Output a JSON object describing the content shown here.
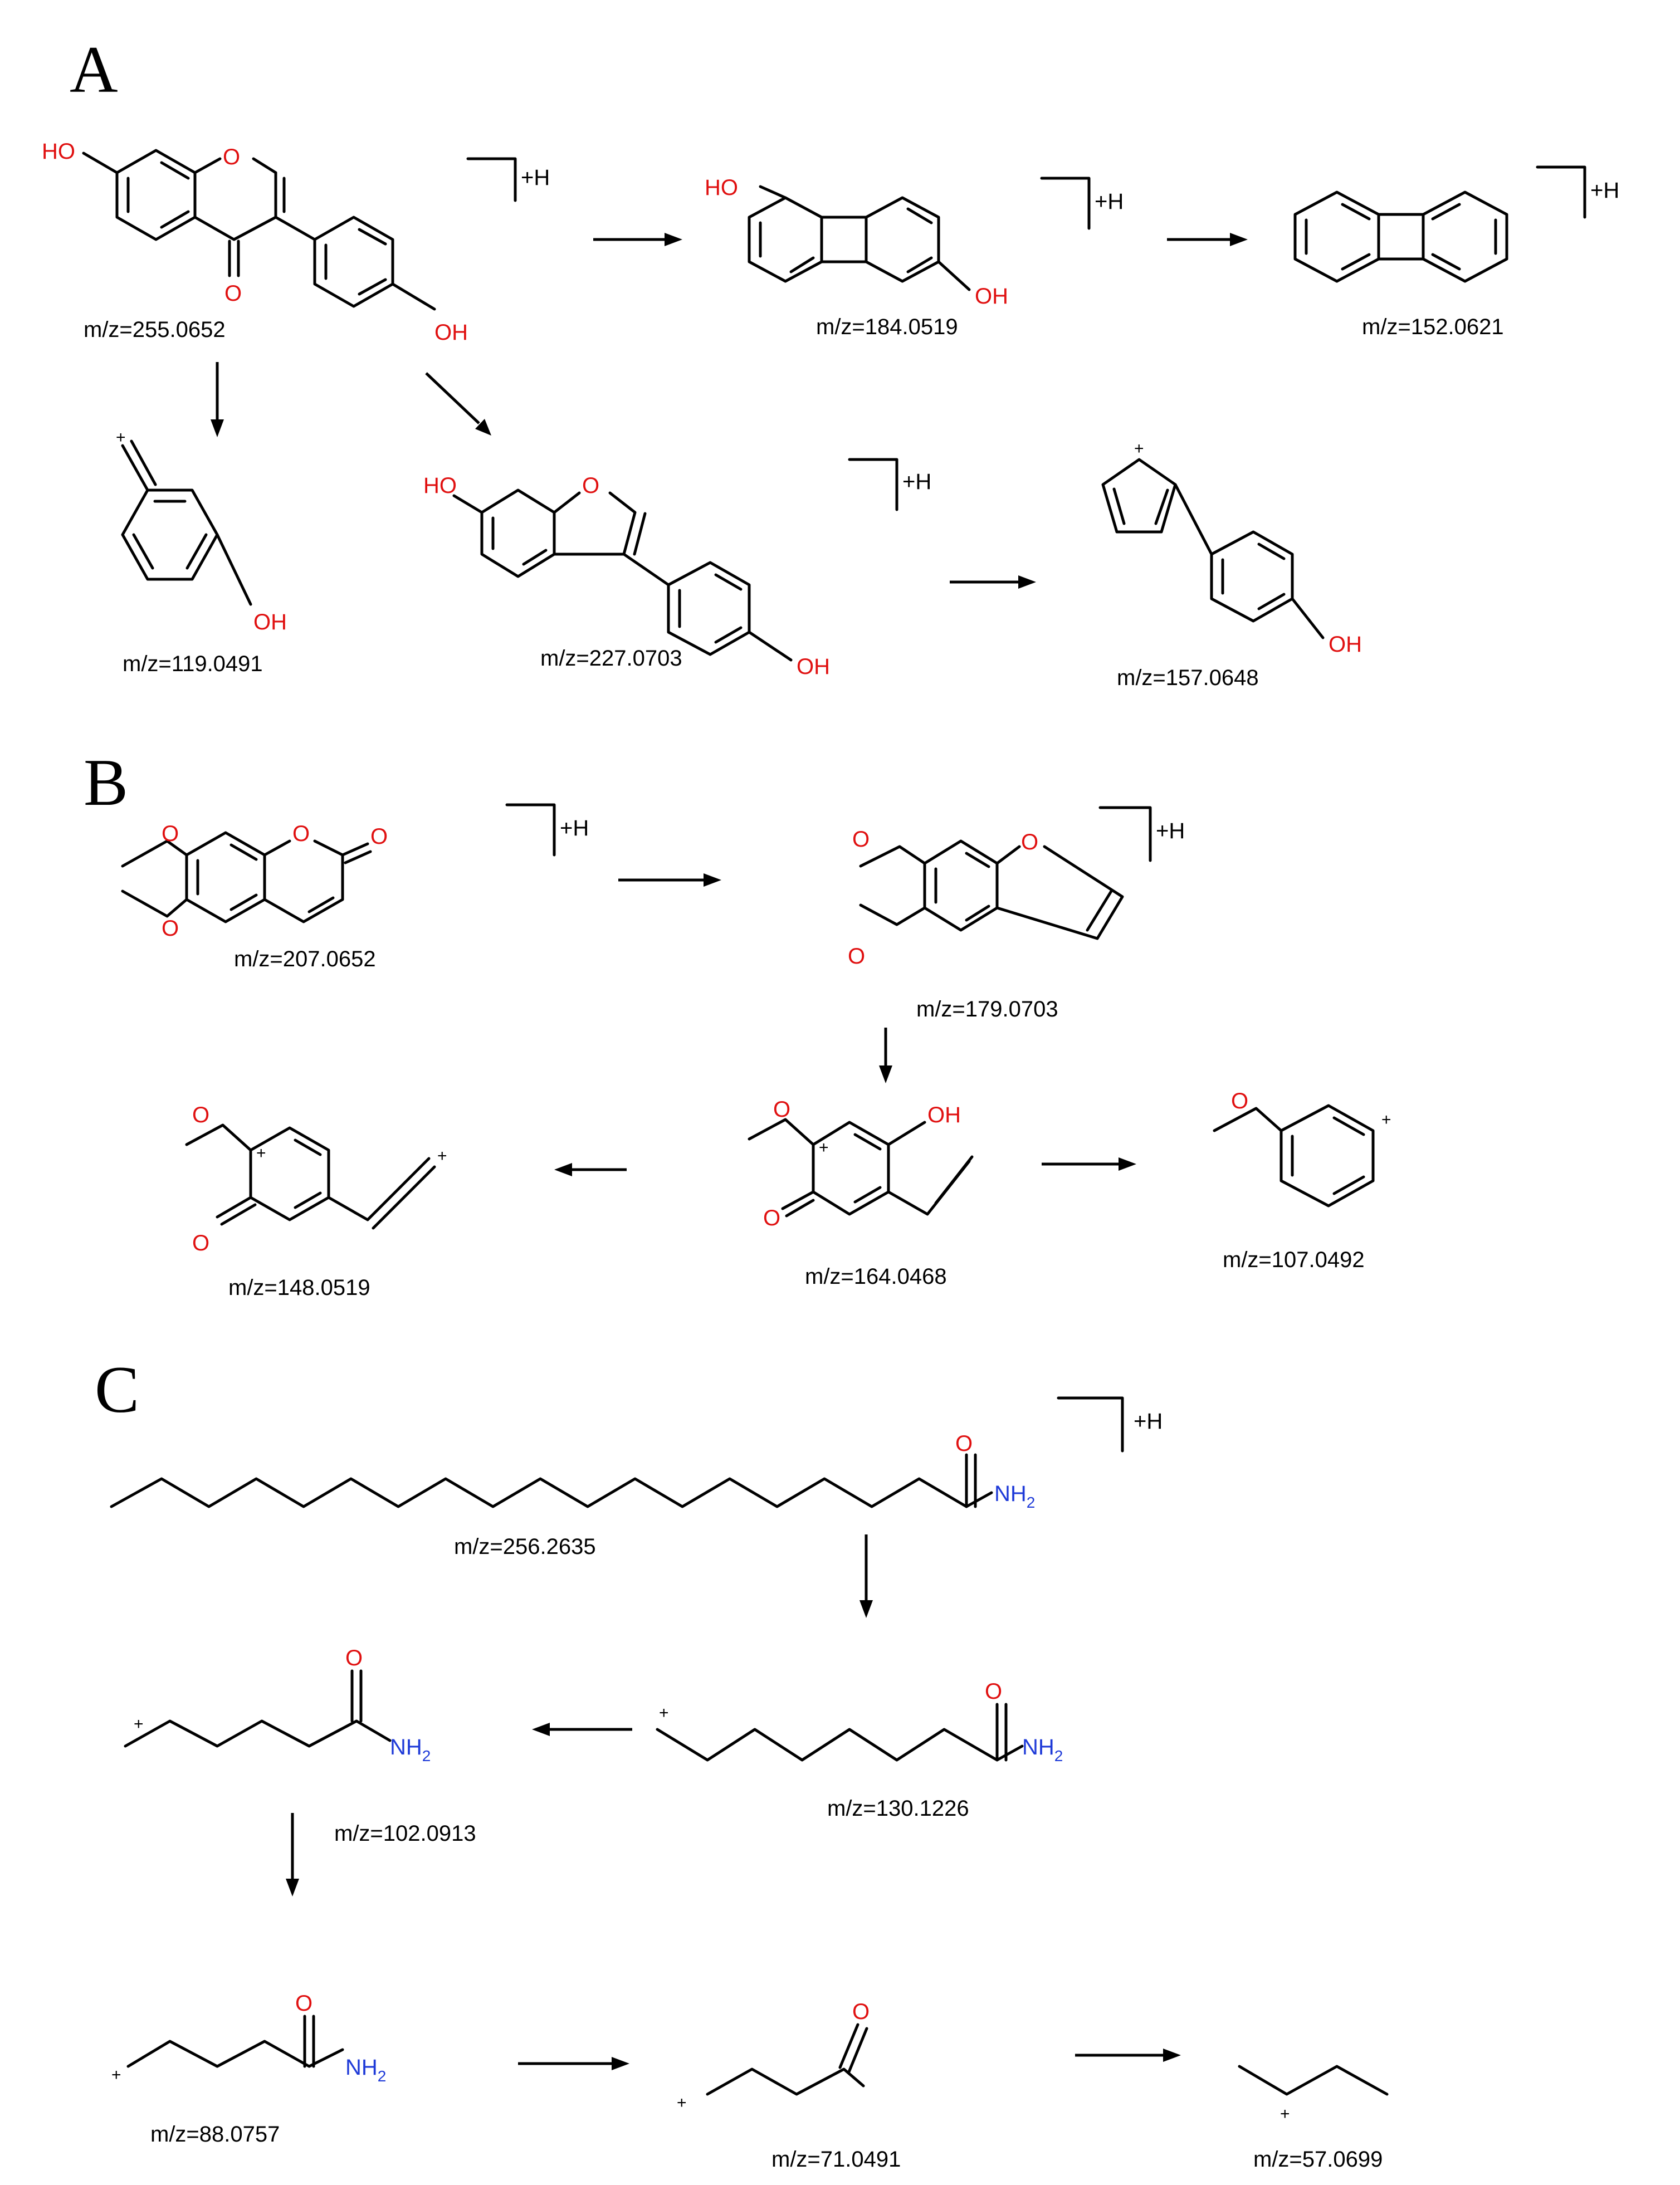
{
  "panels": {
    "a": "A",
    "b": "B",
    "c": "C"
  },
  "adduct": "+H",
  "charge": "+",
  "atoms": {
    "ho": "HO",
    "oh": "OH",
    "o": "O",
    "nh": "NH",
    "two": "2"
  },
  "fragments": {
    "a1": "m/z=255.0652",
    "a2": "m/z=184.0519",
    "a3": "m/z=152.0621",
    "a4": "m/z=119.0491",
    "a5": "m/z=227.0703",
    "a6": "m/z=157.0648",
    "b1": "m/z=207.0652",
    "b2": "m/z=179.0703",
    "b3": "m/z=164.0468",
    "b4": "m/z=148.0519",
    "b5": "m/z=107.0492",
    "c1": "m/z=256.2635",
    "c2": "m/z=130.1226",
    "c3": "m/z=102.0913",
    "c4": "m/z=88.0757",
    "c5": "m/z=71.0491",
    "c6": "m/z=57.0699"
  },
  "colors": {
    "oxygen": "#e01010",
    "nitrogen": "#1f3bd8",
    "bond": "#000000"
  }
}
